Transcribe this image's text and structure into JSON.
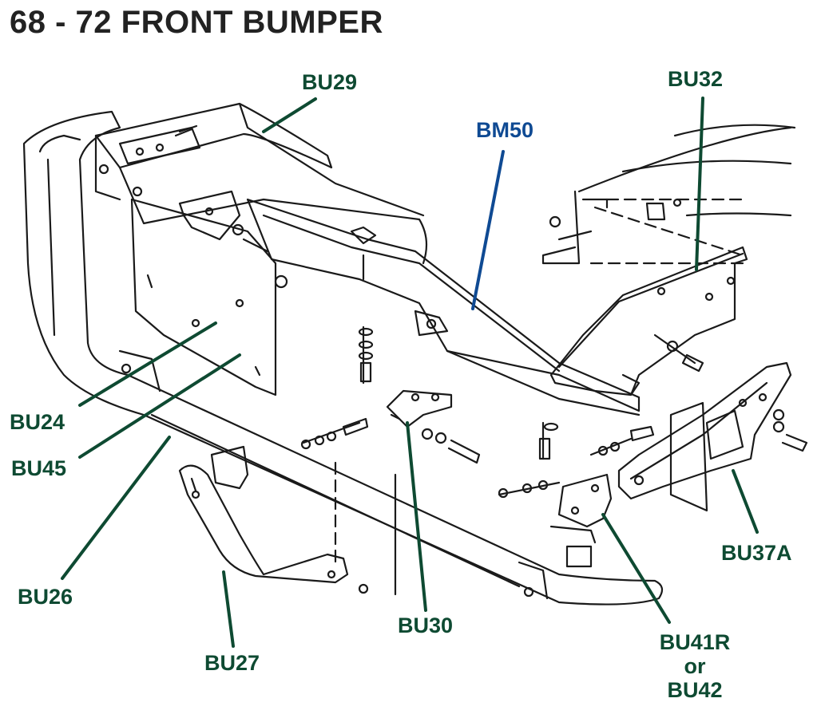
{
  "title": "68 - 72 FRONT BUMPER",
  "colors": {
    "label_green": "#0e4a32",
    "label_blue": "#0f4a93",
    "line_art": "#1a1a1a"
  },
  "labels": {
    "bu29": "BU29",
    "bu32": "BU32",
    "bm50": "BM50",
    "bu24": "BU24",
    "bu45": "BU45",
    "bu26": "BU26",
    "bu27": "BU27",
    "bu30": "BU30",
    "bu41r": "BU41R",
    "or": "or",
    "bu42": "BU42",
    "bu37a": "BU37A"
  }
}
